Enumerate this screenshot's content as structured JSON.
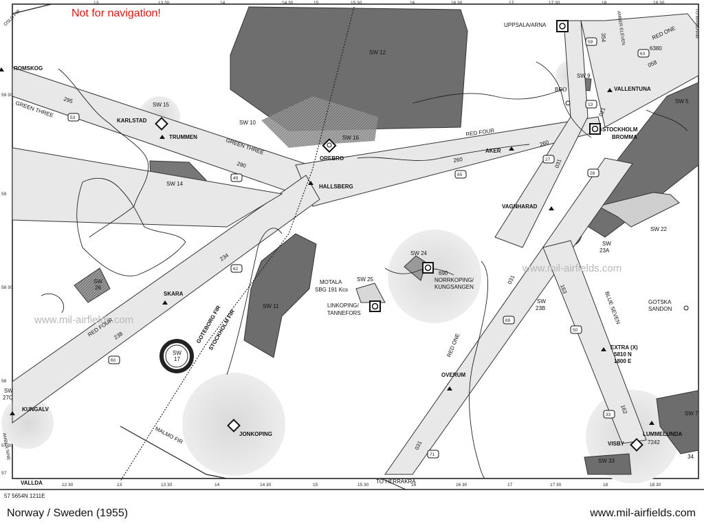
{
  "notice": "Not for navigation!",
  "caption_left": "Norway / Sweden (1955)",
  "caption_right": "www.mil-airfields.com",
  "watermark": "www.mil-airfields.com",
  "colors": {
    "notice": "#e0140f",
    "restricted_area": "#6d6d6d",
    "airway": "#e8e8e8",
    "zone": "#d6d6d6"
  },
  "places": {
    "romskog": "ROMSKOG",
    "karlstad": "KARLSTAD",
    "trummen": "TRUMMEN",
    "orebro": "OREBRO",
    "hallsberg": "HALLSBERG",
    "aker": "AKER",
    "uppsala": "UPPSALA/ARNA",
    "bro": "BRO",
    "vallentuna": "VALLENTUNA",
    "stockholm": "STOCKHOLM",
    "bromma": "BROMMA",
    "vagnharad": "VAGNHARAD",
    "norrkoping1": "NORRKOPING/",
    "norrkoping2": "KUNGSANGEN",
    "motala": "MOTALA",
    "motala_sbg": "SBG 191 Kcs",
    "linkoping1": "LINKOPING/",
    "linkoping2": "TANNEFORS",
    "skara": "SKARA",
    "kungalv": "KUNGALV",
    "jonkoping": "JONKOPING",
    "overum": "OVERUM",
    "visby": "VISBY",
    "lummelunda": "LUMMELUNDA",
    "gotska1": "GOTSKA",
    "gotska2": "SANDON",
    "extra1": "EXTRA (X)",
    "extra2": "5810 N",
    "extra3": "1800 E",
    "vallda": "VALLDA",
    "to_herrakra": "TO HERRAKRA",
    "to_marsham": "TO MARSHAM",
    "bottom_coord": "57 5654N 1211E"
  },
  "elevations": {
    "uppsala": "6380",
    "norrkoping": "690",
    "visby": "7242"
  },
  "areas": {
    "sw12": "SW 12",
    "sw10": "SW 10",
    "sw16": "SW 16",
    "sw15": "SW 15",
    "sw14": "SW 14",
    "sw9": "SW 9",
    "sw5": "SW 5",
    "sw22": "SW 22",
    "sw23a1": "SW",
    "sw23a2": "23A",
    "sw24": "SW 24",
    "sw25": "SW 25",
    "sw11": "SW 11",
    "sw26a": "SW",
    "sw26b": "26",
    "sw17a": "SW",
    "sw17b": "17",
    "sw23b1": "SW",
    "sw23b2": "23B",
    "sw27c1": "SW",
    "sw27c2": "27C",
    "sw33": "SW 33",
    "sw7": "SW 7",
    "sw34": "34"
  },
  "airways": {
    "green_three_1": "GREEN THREE",
    "green_three_2": "GREEN THREE",
    "red_four_1": "RED FOUR",
    "red_four_2": "RED FOUR",
    "red_one_1": "RED ONE",
    "red_one_2": "RED ONE",
    "blue_seven": "BLUE SEVEN",
    "amber_eleven": "AMBER ELEVEN",
    "amber_nine": "AMBER NINE"
  },
  "courses": {
    "c295": "295",
    "c290": "290",
    "c260a": "260",
    "c260b": "260",
    "c234": "234",
    "c238": "238",
    "c354": "354",
    "c058": "058",
    "c021": "021",
    "c031a": "031",
    "c031b": "031",
    "c031c": "031",
    "c163": "163",
    "c162": "162"
  },
  "shields": {
    "s53": "53",
    "s49": "49",
    "s65": "65",
    "s27": "27",
    "s62": "62",
    "s60": "60",
    "s69": "69",
    "s71": "71",
    "s28": "28",
    "s13": "13",
    "s59": "59",
    "s63": "63",
    "s50": "50",
    "s33": "33"
  },
  "firs": {
    "goteborg": "GOTEBORG FIR",
    "stockholm": "STOCKHOLM FIR",
    "malmo": "MALMO FIR",
    "oslo": "OSLO FIR"
  },
  "ticks": {
    "top": [
      "13",
      "13 30",
      "14",
      "14 30",
      "15",
      "15 30",
      "16",
      "16 30",
      "17",
      "17 30",
      "18",
      "18 30"
    ],
    "bottom": [
      "12 30",
      "13",
      "13 30",
      "14",
      "14 30",
      "15",
      "15 30",
      "16",
      "16 30",
      "17",
      "17 30",
      "18",
      "18 30"
    ],
    "left": [
      "59 30",
      "59",
      "58 30",
      "58",
      "57 30",
      "57"
    ]
  }
}
